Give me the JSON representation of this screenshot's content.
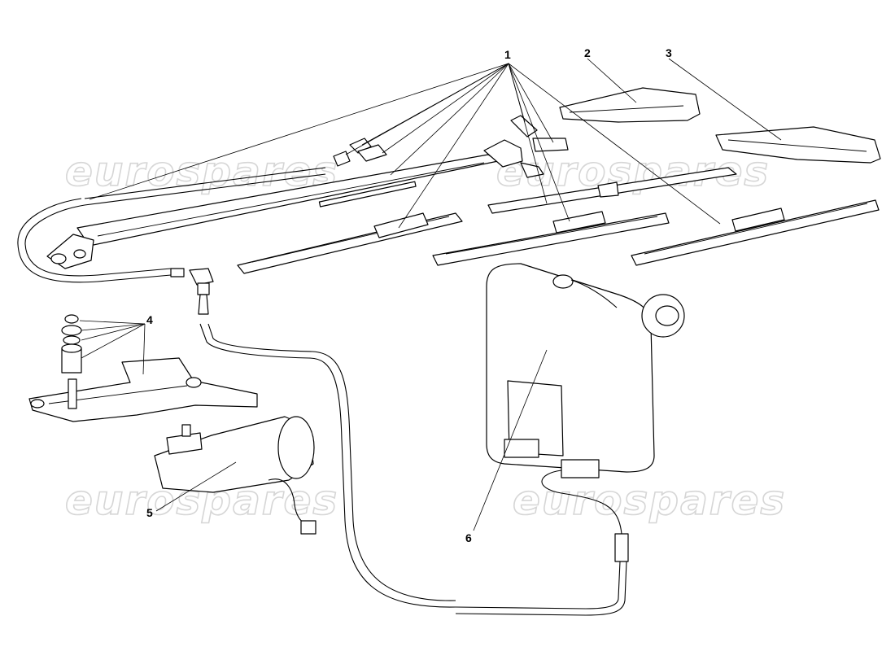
{
  "watermark": {
    "text": "eurospares"
  },
  "callouts": [
    "1",
    "2",
    "3",
    "4",
    "5",
    "6"
  ],
  "parts": [
    {
      "ref": "1",
      "icon": "wiper-arm-and-blade-icon"
    },
    {
      "ref": "2",
      "icon": "spoiler-icon"
    },
    {
      "ref": "3",
      "icon": "spoiler-icon"
    },
    {
      "ref": "4",
      "icon": "mounting-bracket-icon"
    },
    {
      "ref": "5",
      "icon": "wiper-motor-icon"
    },
    {
      "ref": "6",
      "icon": "washer-reservoir-icon"
    }
  ]
}
